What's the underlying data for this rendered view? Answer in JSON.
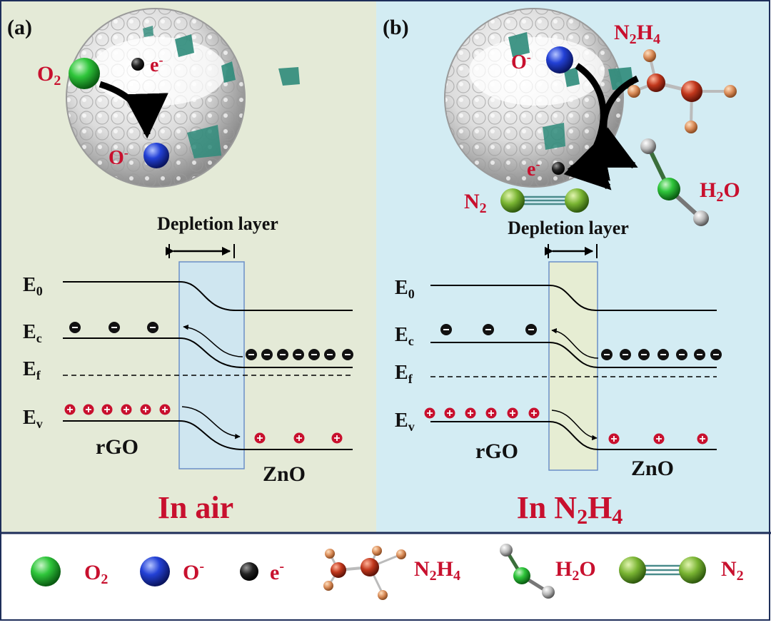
{
  "panels": {
    "a": {
      "label": "(a)",
      "molecules": {
        "o2": "O2",
        "o_minus": "O-",
        "e_minus": "e-"
      },
      "depletion": "Depletion layer",
      "levels": {
        "e0": "E0",
        "ec": "Ec",
        "ef": "Ef",
        "ev": "Ev"
      },
      "materials": {
        "left": "rGO",
        "right": "ZnO"
      },
      "caption": {
        "main": "In air"
      }
    },
    "b": {
      "label": "(b)",
      "molecules": {
        "o_minus": "O-",
        "e_minus": "e-",
        "n2h4": "N2H4",
        "n2": "N2",
        "h2o": "H2O"
      },
      "depletion": "Depletion layer",
      "levels": {
        "e0": "E0",
        "ec": "Ec",
        "ef": "Ef",
        "ev": "Ev"
      },
      "materials": {
        "left": "rGO",
        "right": "ZnO"
      },
      "caption": {
        "main": "In N2H4"
      }
    }
  },
  "legend": {
    "o2": "O2",
    "o_minus": "O-",
    "e_minus": "e-",
    "n2h4": "N2H4",
    "h2o": "H2O",
    "n2": "N2"
  },
  "colors": {
    "panel_a_bg": "#e4ead7",
    "panel_b_bg": "#d3ecf3",
    "text_red": "#c8102e",
    "frame": "#1e2e5a",
    "depletion_a": "#cfe6f0",
    "depletion_b": "#e6edd3"
  }
}
